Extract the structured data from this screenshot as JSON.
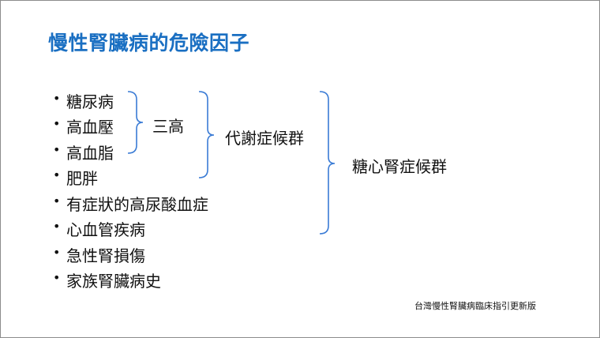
{
  "slide": {
    "title": "慢性腎臟病的危險因子",
    "bullets": [
      "糖尿病",
      "高血壓",
      "高血脂",
      "肥胖",
      "有症狀的高尿酸血症",
      "心血管疾病",
      "急性腎損傷",
      "家族腎臟病史"
    ],
    "groups": {
      "three_highs": "三高",
      "metabolic_syndrome": "代謝症候群",
      "cardiorenal_syndrome": "糖心腎症候群"
    },
    "footer": "台灣慢性腎臟病臨床指引更新版",
    "bracket_color": "#3a7bd5"
  }
}
